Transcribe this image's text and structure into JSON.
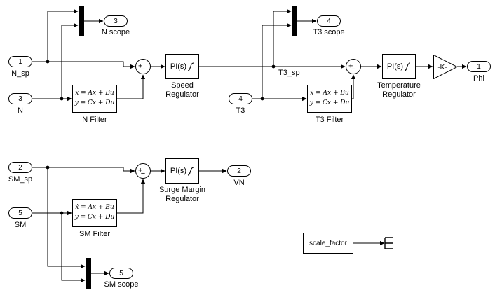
{
  "ports": {
    "n_sp": {
      "num": "1",
      "label": "N_sp"
    },
    "n": {
      "num": "3",
      "label": "N"
    },
    "n_scope": {
      "num": "3",
      "label": "N scope"
    },
    "t3": {
      "num": "4",
      "label": "T3"
    },
    "t3_scope": {
      "num": "4",
      "label": "T3 scope"
    },
    "phi": {
      "num": "1",
      "label": "Phi"
    },
    "sm_sp": {
      "num": "2",
      "label": "SM_sp"
    },
    "sm": {
      "num": "5",
      "label": "SM"
    },
    "vn": {
      "num": "2",
      "label": "VN"
    },
    "sm_scope": {
      "num": "5",
      "label": "SM scope"
    }
  },
  "blocks": {
    "n_filter": {
      "eq1": "ẋ = Ax + Bu",
      "eq2": "y = Cx + Du",
      "label": "N Filter"
    },
    "t3_filter": {
      "eq1": "ẋ = Ax + Bu",
      "eq2": "y = Cx + Du",
      "label": "T3 Filter"
    },
    "sm_filter": {
      "eq1": "ẋ = Ax + Bu",
      "eq2": "y = Cx + Du",
      "label": "SM Filter"
    },
    "speed_regulator": {
      "text": "PI(s)",
      "label": "Speed\nRegulator"
    },
    "temperature_regulator": {
      "text": "PI(s)",
      "label": "Temperature\nRegulator"
    },
    "surge_regulator": {
      "text": "PI(s)",
      "label": "Surge Margin\nRegulator"
    },
    "gain": {
      "text": "-K-"
    },
    "scale_factor": {
      "text": "scale_factor"
    }
  },
  "sum": {
    "plus": "+",
    "minus": "−"
  },
  "signal_labels": {
    "t3_sp": "T3_sp"
  },
  "colors": {
    "line": "#000000",
    "block_fill": "#ffffff"
  }
}
